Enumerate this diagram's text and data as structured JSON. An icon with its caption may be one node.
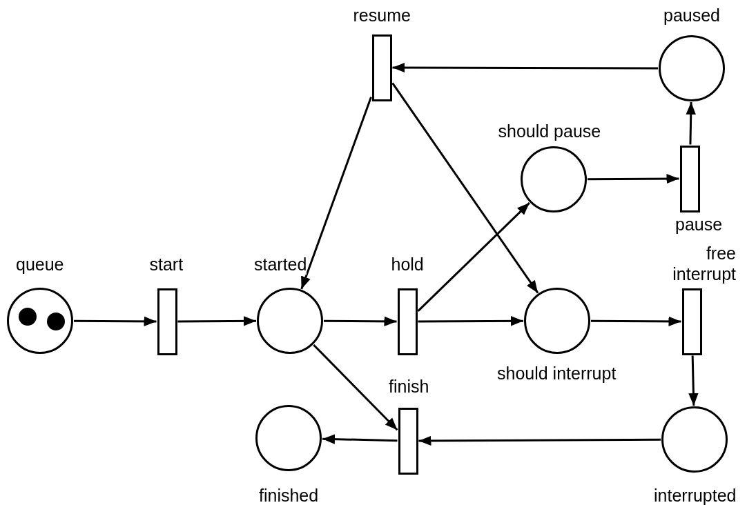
{
  "diagram": {
    "nodes": [
      {
        "text": [
          "resume"
        ]
      },
      {
        "text": [
          "paused"
        ]
      },
      {
        "text": [
          "should pause"
        ]
      },
      {
        "text": [
          "pause"
        ]
      },
      {
        "text": [
          "queue"
        ]
      },
      {
        "text": [
          "start"
        ]
      },
      {
        "text": [
          "started"
        ]
      },
      {
        "text": [
          "hold"
        ]
      },
      {
        "text": [
          "free interrupt"
        ]
      },
      {
        "text": [
          "should interrupt"
        ]
      },
      {
        "text": [
          "finish"
        ]
      },
      {
        "text": [
          "finished"
        ]
      },
      {
        "text": [
          "interrupted"
        ]
      }
    ],
    "edges": [
      {
        "from": 1,
        "to": 0,
        "arrow": "to"
      },
      {
        "from": 0,
        "to": 6,
        "arrow": "to"
      },
      {
        "from": 0,
        "to": 9,
        "arrow": "to"
      },
      {
        "from": 2,
        "to": 3,
        "arrow": "to"
      },
      {
        "from": 3,
        "to": 1,
        "arrow": "to"
      },
      {
        "from": 4,
        "to": 5,
        "arrow": "to"
      },
      {
        "from": 5,
        "to": 6,
        "arrow": "to"
      },
      {
        "from": 6,
        "to": 7,
        "arrow": "to"
      },
      {
        "from": 7,
        "to": 2,
        "arrow": "to"
      },
      {
        "from": 7,
        "to": 9,
        "arrow": "to"
      },
      {
        "from": 9,
        "to": 8,
        "arrow": "to"
      },
      {
        "from": 8,
        "to": 12,
        "arrow": "to"
      },
      {
        "from": 6,
        "to": 10,
        "arrow": "to"
      },
      {
        "from": 12,
        "to": 10,
        "arrow": "to"
      },
      {
        "from": 10,
        "to": 11,
        "arrow": "to"
      }
    ]
  }
}
